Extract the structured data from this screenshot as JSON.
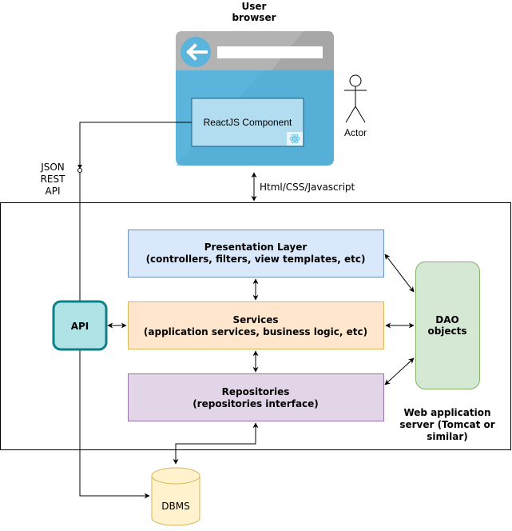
{
  "user_browser": {
    "title_line1": "User",
    "title_line2": "browser",
    "component_label": "ReactJS Component",
    "icons": [
      "back-arrow-icon",
      "address-bar",
      "react-logo-icon"
    ]
  },
  "actor": {
    "label": "Actor",
    "icon": "stick-figure-icon"
  },
  "json_rest_api_label": {
    "line1": "JSON",
    "line2": "REST",
    "line3": "API"
  },
  "html_css_js_label": "Html/CSS/Javascript",
  "layers": {
    "presentation": {
      "title": "Presentation Layer",
      "subtitle": "(controllers, filters, view templates, etc)"
    },
    "services": {
      "title": "Services",
      "subtitle": "(application services, business logic, etc)"
    },
    "repositories": {
      "title": "Repositories",
      "subtitle": "(repositories interface)"
    }
  },
  "api_box": {
    "label": "API"
  },
  "dao_box": {
    "line1": "DAO",
    "line2": "objects"
  },
  "server_label": {
    "line1": "Web application",
    "line2": "server (Tomcat or",
    "line3": "similar)"
  },
  "dbms": {
    "label": "DBMS"
  },
  "colors": {
    "browser_chrome": "#b3b3b3",
    "browser_body": "#5ab4db",
    "component_fill": "#b2dcef",
    "presentation_fill": "#dae8fc",
    "presentation_stroke": "#6c8ebf",
    "services_fill": "#ffe6cc",
    "services_stroke": "#d6b656",
    "repositories_fill": "#e1d5e7",
    "repositories_stroke": "#9673a6",
    "api_fill": "#b0e3e6",
    "api_stroke": "#0e8088",
    "dao_fill": "#d5e8d4",
    "dao_stroke": "#82b366",
    "dbms_fill": "#fff2cc",
    "dbms_stroke": "#d6b656"
  }
}
